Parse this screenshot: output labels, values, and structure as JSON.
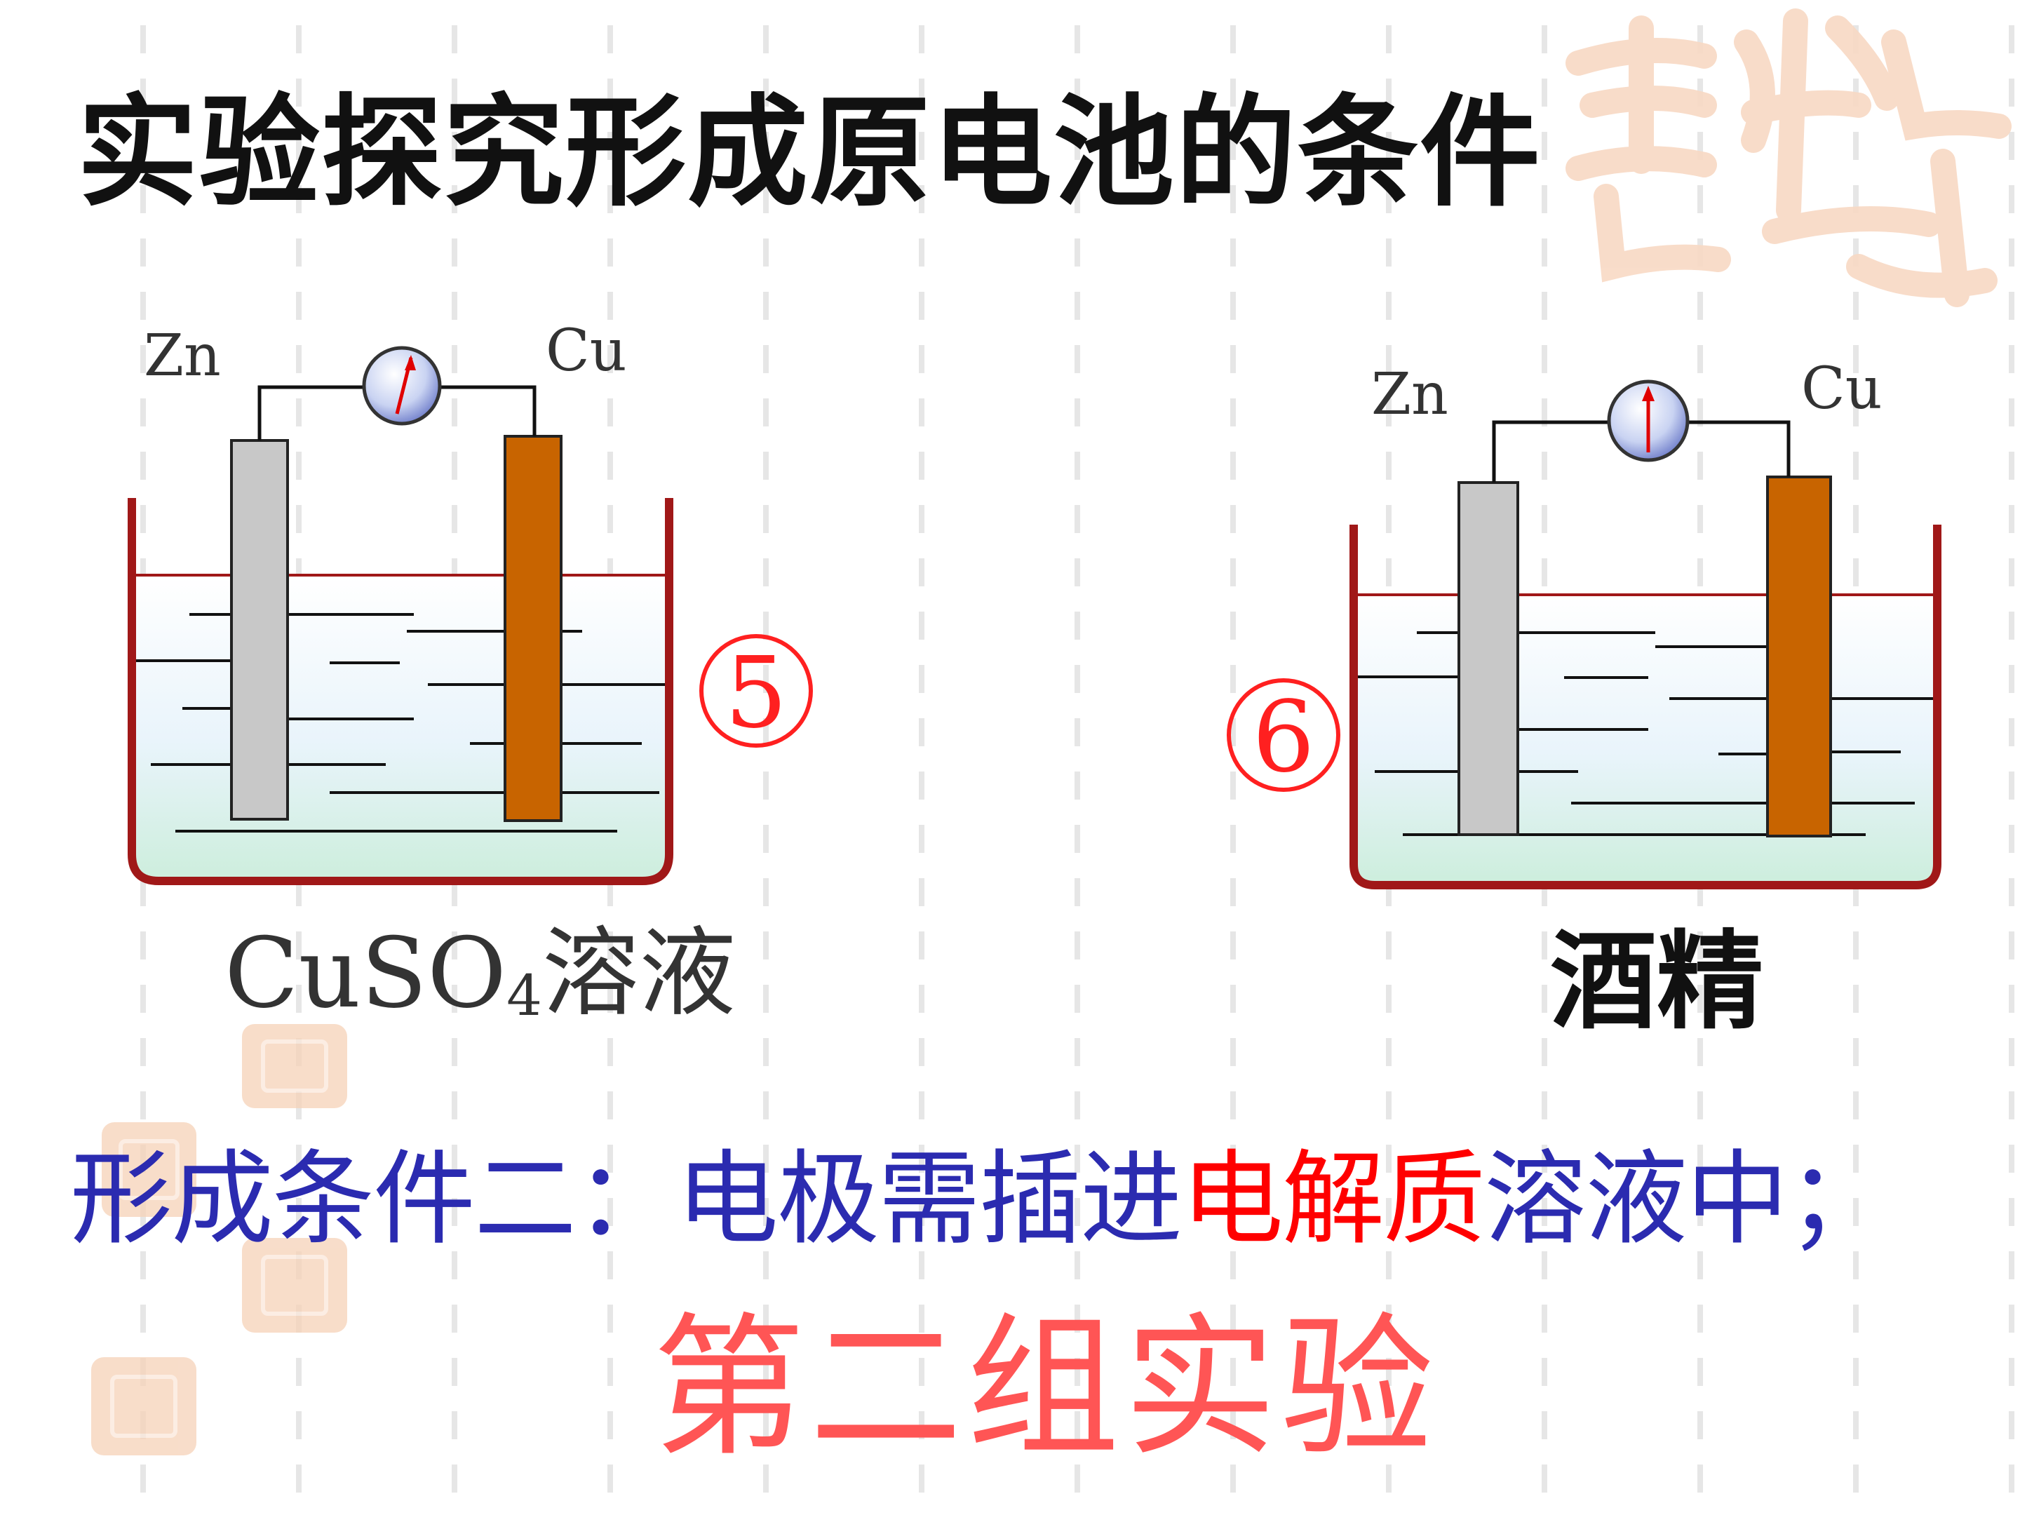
{
  "slide": {
    "title": "实验探究形成原电池的条件",
    "condition": {
      "prefix": "形成条件二：电极需插进",
      "highlight": "电解质",
      "suffix": "溶液中；"
    },
    "group_label": "第二组实验"
  },
  "experiments": [
    {
      "number": "⑤",
      "left_electrode": "Zn",
      "right_electrode": "Cu",
      "solution_formula": "CuSO",
      "solution_subscript": "4",
      "solution_suffix": "溶液"
    },
    {
      "number": "⑥",
      "left_electrode": "Zn",
      "right_electrode": "Cu",
      "solution_label": "酒精"
    }
  ],
  "colors": {
    "zinc": "#c8c8c8",
    "copper": "#c86400",
    "beaker": "#a01818",
    "number_circle": "#ff2020",
    "condition_text": "#2b2bb0",
    "condition_highlight": "#ff0000",
    "group_label": "#ff5555"
  },
  "icons": {
    "meter": "galvanometer-icon",
    "watermark": "seal-watermark"
  }
}
